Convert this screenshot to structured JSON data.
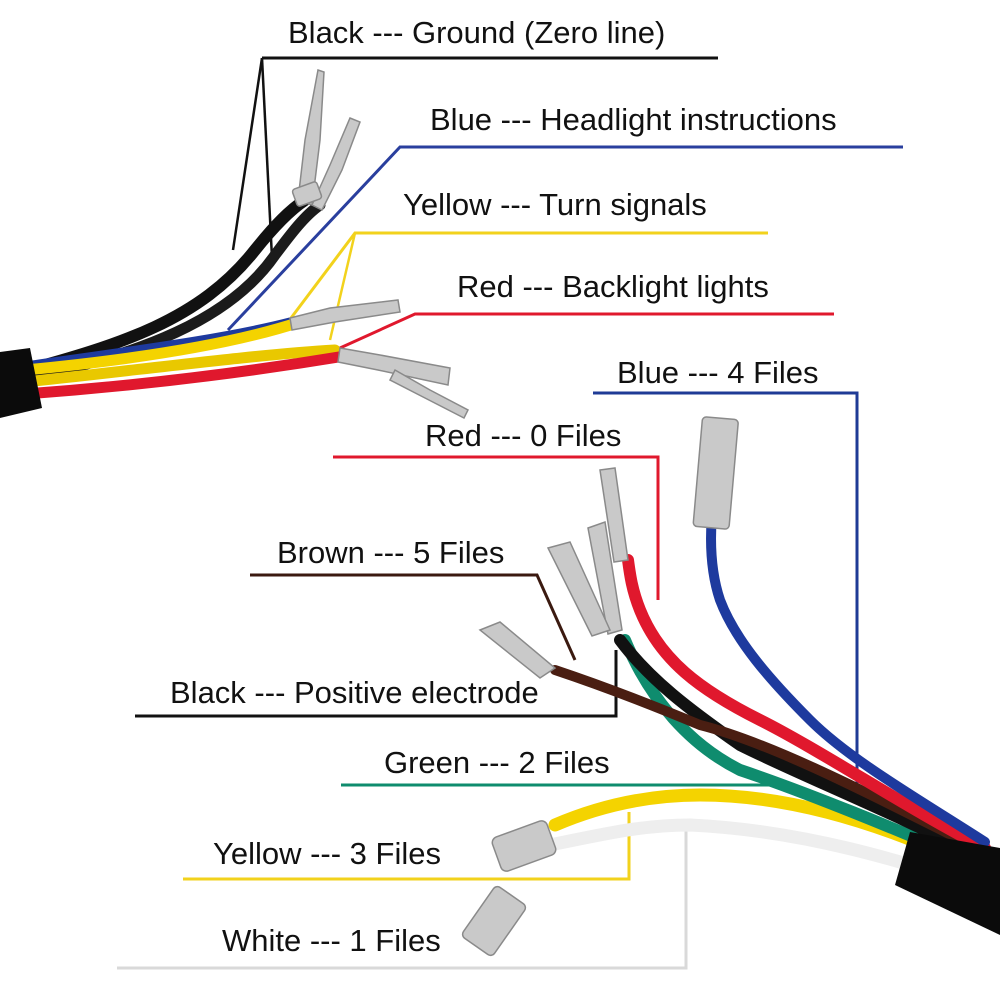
{
  "labels": [
    {
      "text": "Black --- Ground (Zero line)",
      "color": "#111111"
    },
    {
      "text": "Blue --- Headlight instructions",
      "color": "#2a3f9e"
    },
    {
      "text": "Yellow --- Turn signals",
      "color": "#f2d21c"
    },
    {
      "text": "Red --- Backlight lights",
      "color": "#e0182d"
    },
    {
      "text": "Blue --- 4 Files",
      "color": "#1f3b96"
    },
    {
      "text": "Red --- 0 Files",
      "color": "#e0182d"
    },
    {
      "text": "Brown --- 5 Files",
      "color": "#3b1a10"
    },
    {
      "text": "Black --- Positive electrode",
      "color": "#111111"
    },
    {
      "text": "Green --- 2 Files",
      "color": "#0f8c6e"
    },
    {
      "text": "Yellow --- 3 Files",
      "color": "#f2d21c"
    },
    {
      "text": "White --- 1 Files",
      "color": "#d9d9d9"
    }
  ],
  "colors": {
    "background": "#ffffff",
    "sheath": "#0b0b0b",
    "terminal": "#c9c9c9"
  }
}
